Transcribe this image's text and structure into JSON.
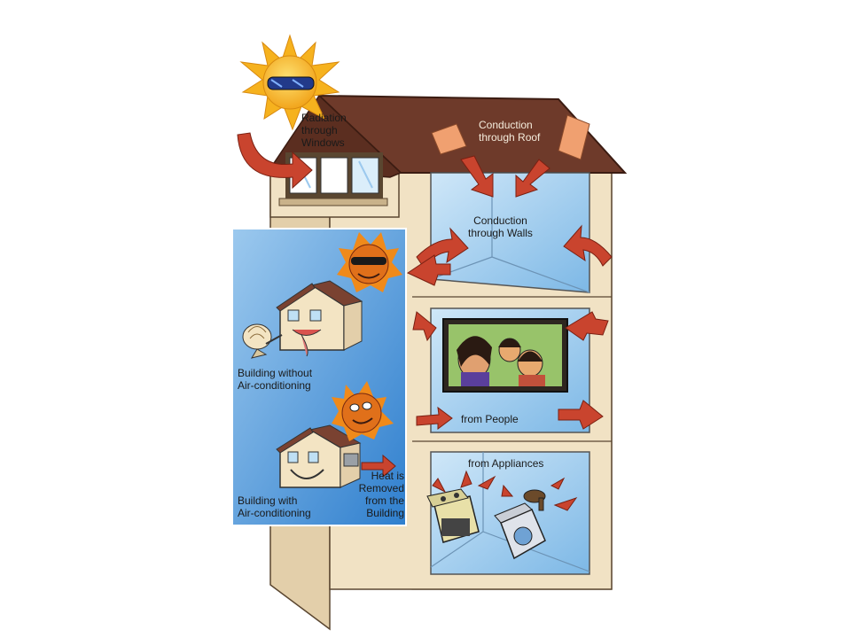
{
  "labels": {
    "radiation_windows": "Radiation\nthrough\nWindows",
    "conduction_roof": "Conduction\nthrough Roof",
    "conduction_walls": "Conduction\nthrough Walls",
    "without_ac": "Building without\nAir-conditioning",
    "with_ac": "Building with\nAir-conditioning",
    "heat_removed": "Heat is\nRemoved\nfrom the\nBuilding",
    "from_people": "from People",
    "from_appliances": "from Appliances"
  },
  "colors": {
    "roof": "#6e3a2a",
    "wall": "#f1e2c4",
    "room_blue": "#a9d2ef",
    "arrow": "#c9442e",
    "sun": "#f6b21e",
    "flame": "#f08a1a"
  },
  "icons": [
    "sun-with-sunglasses-icon",
    "flaming-sun-icon",
    "sad-house-icon",
    "happy-house-icon",
    "fan-icon",
    "tv-family-icon",
    "stove-icon",
    "washing-machine-icon",
    "hair-dryer-icon",
    "heat-arrow-icon"
  ]
}
